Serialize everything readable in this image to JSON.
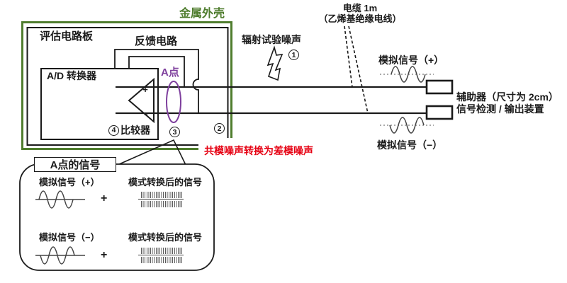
{
  "colors": {
    "enclosure_green": "#4f7d2e",
    "point_a_purple": "#7e3f9d",
    "note_red": "#e60012"
  },
  "enclosure": {
    "label": "金属外壳"
  },
  "board": {
    "label": "评估电路板"
  },
  "feedback": {
    "label": "反馈电路"
  },
  "adc": {
    "label": "A/D 转换器"
  },
  "comparator": {
    "num": "4",
    "label": "比较器"
  },
  "point_a": {
    "label": "A点"
  },
  "markers": {
    "noise": "1",
    "enclosure": "2",
    "board": "3"
  },
  "radiated_noise": {
    "label": "辐射试验噪声"
  },
  "cable": {
    "line1": "电缆 1m",
    "line2": "（乙烯基绝缘电线）"
  },
  "signals": {
    "plus": "模拟信号（+）",
    "minus": "模拟信号（−）"
  },
  "aux": {
    "line1": "辅助器（尺寸为 2cm）",
    "line2": "信号检测 / 输出装置"
  },
  "red_note": {
    "label": "共模噪声转换为差模噪声"
  },
  "inset": {
    "title": "A点的信号",
    "plus_sign": "+",
    "converted_label": "模式转换后的信号"
  }
}
